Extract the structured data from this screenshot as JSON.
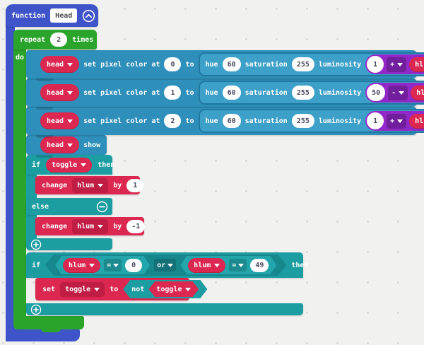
{
  "colors": {
    "function_blue": "#3f54c9",
    "loop_green": "#2ba42b",
    "neopixel_blue": "#2e8fba",
    "neopixel_inner": "#3da0c8",
    "logic_teal": "#1c9da2",
    "variable_red": "#dc2850",
    "variable_red_dark": "#c01d45",
    "math_purple": "#9328c9",
    "workspace_bg": "#f1f1f0"
  },
  "function_block": {
    "keyword": "function",
    "name": "Head"
  },
  "repeat_block": {
    "keyword": "repeat",
    "count": "2",
    "suffix": "times",
    "do_label": "do"
  },
  "pixel_rows": [
    {
      "device": "head",
      "action": "set pixel color at",
      "index": "0",
      "to_label": "to",
      "hue_label": "hue",
      "hue": "60",
      "saturation_label": "saturation",
      "saturation": "255",
      "luminosity_label": "luminosity",
      "base": "1",
      "operator": "+",
      "variable": "hlum"
    },
    {
      "device": "head",
      "action": "set pixel color at",
      "index": "1",
      "to_label": "to",
      "hue_label": "hue",
      "hue": "60",
      "saturation_label": "saturation",
      "saturation": "255",
      "luminosity_label": "luminosity",
      "base": "50",
      "operator": "-",
      "variable": "hlum"
    },
    {
      "device": "head",
      "action": "set pixel color at",
      "index": "2",
      "to_label": "to",
      "hue_label": "hue",
      "hue": "60",
      "saturation_label": "saturation",
      "saturation": "255",
      "luminosity_label": "luminosity",
      "base": "1",
      "operator": "+",
      "variable": "hlum"
    }
  ],
  "show_block": {
    "device": "head",
    "label": "show"
  },
  "if_toggle": {
    "if_label": "if",
    "condition": "toggle",
    "then_label": "then",
    "then_change": {
      "keyword": "change",
      "variable": "hlum",
      "by_label": "by",
      "value": "1"
    },
    "else_label": "else",
    "else_change": {
      "keyword": "change",
      "variable": "hlum",
      "by_label": "by",
      "value": "-1"
    }
  },
  "if_bounds": {
    "if_label": "if",
    "left": {
      "variable": "hlum",
      "operator": "=",
      "value": "0"
    },
    "or_label": "or",
    "right": {
      "variable": "hlum",
      "operator": "=",
      "value": "49"
    },
    "then_label": "then",
    "set_block": {
      "keyword": "set",
      "variable": "toggle",
      "to_label": "to",
      "not_label": "not",
      "operand": "toggle"
    }
  }
}
